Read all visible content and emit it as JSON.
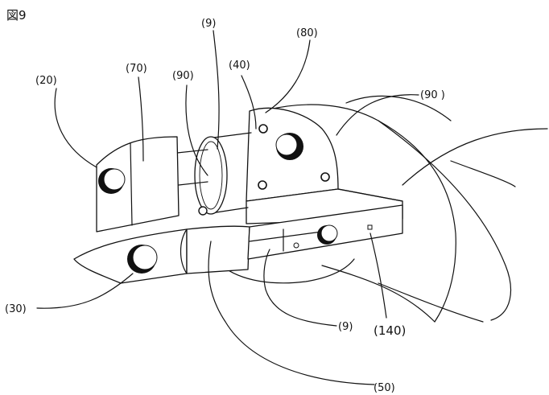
{
  "figure": {
    "title": "図9",
    "labels": {
      "l20": "(20)",
      "l70": "(70)",
      "l90a": "(90)",
      "l9top": "(9)",
      "l40": "(40)",
      "l80": "(80)",
      "l90b": "(90 )",
      "l30": "(30)",
      "l9bottom": "(9)",
      "l140": "(140)",
      "l50": "(50)"
    }
  }
}
